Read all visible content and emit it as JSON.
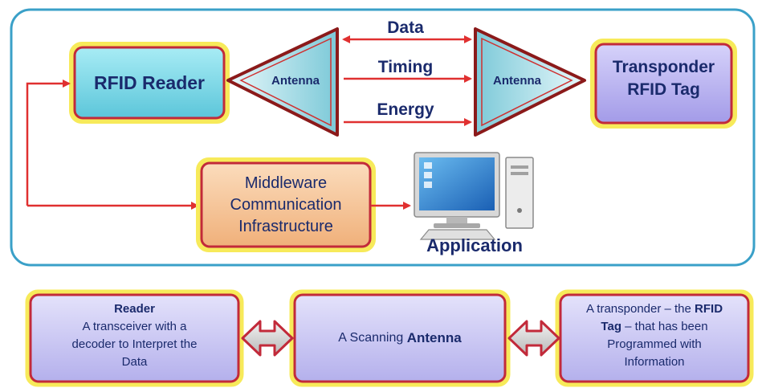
{
  "diagram": {
    "reader_box": {
      "label": "RFID Reader"
    },
    "antenna_left": {
      "label": "Antenna"
    },
    "antenna_right": {
      "label": "Antenna"
    },
    "transponder_box": {
      "line1": "Transponder",
      "line2": "RFID Tag"
    },
    "signals": {
      "data": "Data",
      "timing": "Timing",
      "energy": "Energy"
    },
    "middleware_box": {
      "line1": "Middleware",
      "line2": "Communication",
      "line3": "Infrastructure"
    },
    "application": {
      "label": "Application",
      "icon": "computer-icon"
    }
  },
  "legend": {
    "reader": {
      "title": "Reader",
      "line1": "A transceiver with a",
      "line2": "decoder to Interpret the",
      "line3": "Data"
    },
    "antenna": {
      "prefix": "A Scanning ",
      "bold": "Antenna"
    },
    "tag": {
      "line1_prefix": "A transponder – the ",
      "line1_bold": "RFID",
      "line2_bold": "Tag",
      "line2_rest": " – that has been",
      "line3": "Programmed with",
      "line4": "Information"
    }
  },
  "colors": {
    "arrow_red": "#e03030",
    "panel_border": "#3aa0c8",
    "text_navy": "#1a2a6c",
    "reader_fill": "#7fd6e6",
    "tag_fill": "#b9b3f0",
    "middleware_fill": "#f6c79a",
    "legend_fill": "#c9c6f2",
    "glow_yellow": "#f7ea5a",
    "box_border": "#c22a3a"
  }
}
